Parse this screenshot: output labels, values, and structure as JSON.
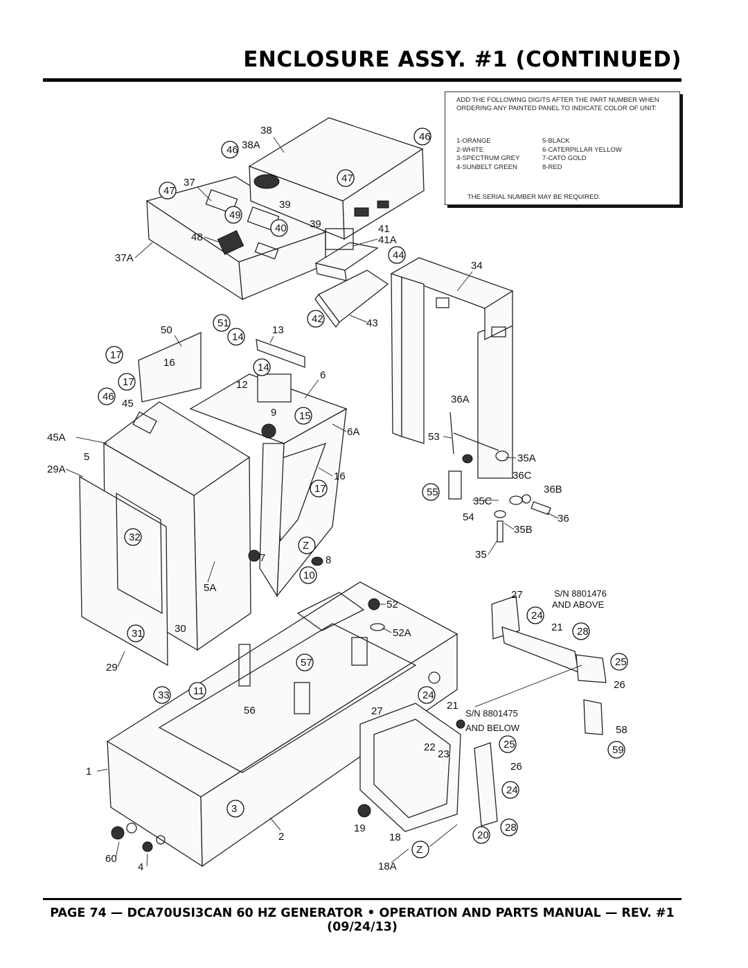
{
  "page_title": "ENCLOSURE ASSY. #1 (CONTINUED)",
  "footer": "PAGE 74 — DCA70USI3CAN 60 HZ GENERATOR • OPERATION AND PARTS MANUAL — REV. #1 (09/24/13)",
  "note": {
    "header": "ADD THE FOLLOWING DIGITS AFTER THE PART NUMBER WHEN ORDERING ANY PAINTED PANEL TO INDICATE COLOR OF UNIT:",
    "colors_left": [
      "1-ORANGE",
      "2-WHITE",
      "3-SPECTRUM GREY",
      "4-SUNBELT GREEN"
    ],
    "colors_right": [
      "5-BLACK",
      "6-CATERPILLAR YELLOW",
      "7-CATO GOLD",
      "8-RED"
    ],
    "serial_note": "THE SERIAL NUMBER MAY BE REQUIRED."
  },
  "serial_labels": {
    "above_1": "S/N 8801476",
    "above_2": "AND ABOVE",
    "below_1": "S/N 8801475",
    "below_2": "AND BELOW"
  },
  "callouts": {
    "c1": "1",
    "c2": "2",
    "c3": "3",
    "c4": "4",
    "c5": "5",
    "c5A": "5A",
    "c6": "6",
    "c6A": "6A",
    "c7": "7",
    "c8": "8",
    "c9": "9",
    "c10": "10",
    "c11": "11",
    "c12": "12",
    "c13": "13",
    "c14a": "14",
    "c14b": "14",
    "c15": "15",
    "c16a": "16",
    "c16b": "16",
    "c17a": "17",
    "c17b": "17",
    "c17c": "17",
    "c18": "18",
    "c18A": "18A",
    "c19": "19",
    "c20": "20",
    "c21a": "21",
    "c21b": "21",
    "c22": "22",
    "c23": "23",
    "c24a": "24",
    "c24b": "24",
    "c24c": "24",
    "c25a": "25",
    "c25b": "25",
    "c26a": "26",
    "c26b": "26",
    "c27a": "27",
    "c27b": "27",
    "c28a": "28",
    "c28b": "28",
    "c29": "29",
    "c29A": "29A",
    "c30": "30",
    "c31": "31",
    "c32": "32",
    "c33": "33",
    "c34": "34",
    "c35": "35",
    "c35A": "35A",
    "c35B": "35B",
    "c35C": "35C",
    "c36": "36",
    "c36A": "36A",
    "c36B": "36B",
    "c36C": "36C",
    "c37": "37",
    "c37A": "37A",
    "c38": "38",
    "c38A": "38A",
    "c39a": "39",
    "c39b": "39",
    "c40": "40",
    "c41": "41",
    "c41A": "41A",
    "c42": "42",
    "c43": "43",
    "c44": "44",
    "c45": "45",
    "c45A": "45A",
    "c46a": "46",
    "c46b": "46",
    "c46c": "46",
    "c47a": "47",
    "c47b": "47",
    "c48": "48",
    "c49": "49",
    "c50": "50",
    "c51": "51",
    "c52": "52",
    "c52A": "52A",
    "c53": "53",
    "c54": "54",
    "c55": "55",
    "c56": "56",
    "c57": "57",
    "c58": "58",
    "c59": "59",
    "c60": "60",
    "cZa": "Z",
    "cZb": "Z"
  }
}
